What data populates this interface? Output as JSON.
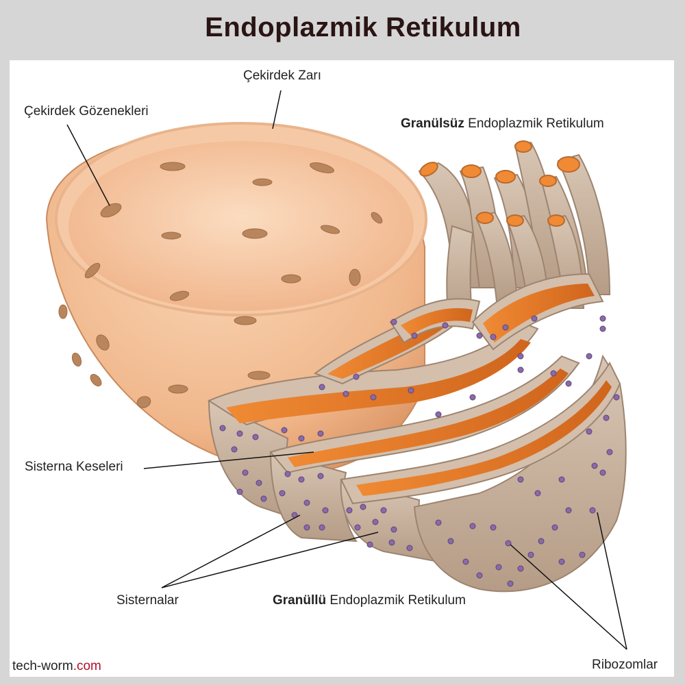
{
  "title": "Endoplazmik Retikulum",
  "labels": {
    "nuclear_envelope": "Çekirdek Zarı",
    "nuclear_pores": "Çekirdek Gözenekleri",
    "smooth_er_bold": "Granülsüz",
    "smooth_er_rest": " Endoplazmik Retikulum",
    "cisternal_sacs": "Sisterna Keseleri",
    "cisternae": "Sisternalar",
    "rough_er_bold": "Granüllü",
    "rough_er_rest": " Endoplazmik Retikulum",
    "ribosomes": "Ribozomlar"
  },
  "credit": {
    "name": "tech-worm",
    "tld": ".com"
  },
  "colors": {
    "background": "#d6d6d6",
    "panel": "#ffffff",
    "nucleus": "#f2b98e",
    "nucleus_inner": "#f8d2b2",
    "er_membrane": "#c4ae9a",
    "er_lumen": "#e27a2a",
    "ribosome": "#8a6aa8",
    "credit_tld": "#b0102a"
  }
}
